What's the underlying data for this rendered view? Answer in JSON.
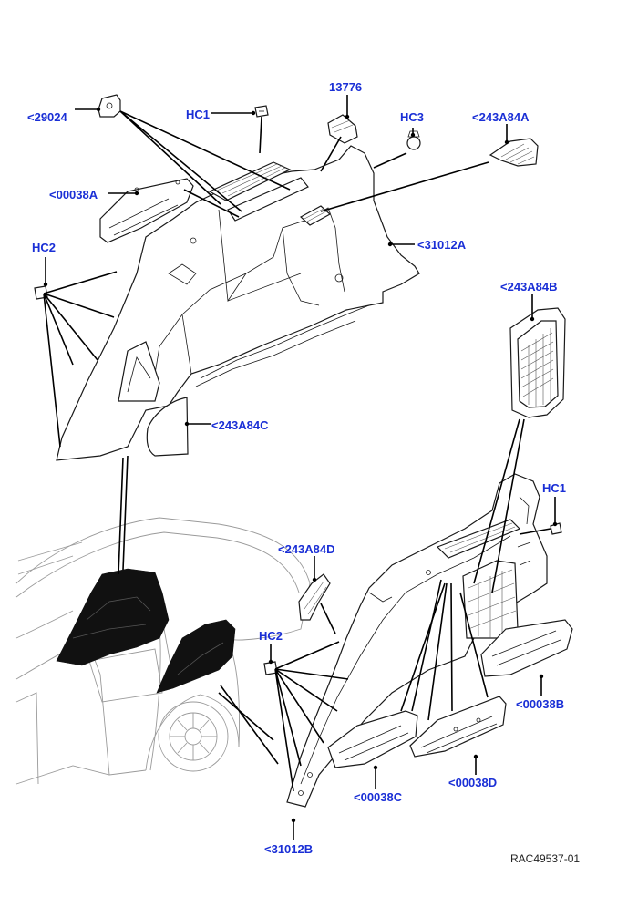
{
  "colors": {
    "callout": "#1a2fd6",
    "line": "#000000",
    "ghost": "#9a9a9a"
  },
  "callouts": {
    "c29024": "<29024",
    "hc1_top": "HC1",
    "p13776": "13776",
    "hc3": "HC3",
    "c243A84A": "<243A84A",
    "c00038A": "<00038A",
    "c31012A": "<31012A",
    "hc2_top": "HC2",
    "c243A84B": "<243A84B",
    "c243A84C": "<243A84C",
    "hc1_right": "HC1",
    "c243A84D": "<243A84D",
    "hc2_bottom": "HC2",
    "c00038B": "<00038B",
    "c00038C": "<00038C",
    "c00038D": "<00038D",
    "c31012B": "<31012B"
  },
  "reference_code": "RAC49537-01"
}
